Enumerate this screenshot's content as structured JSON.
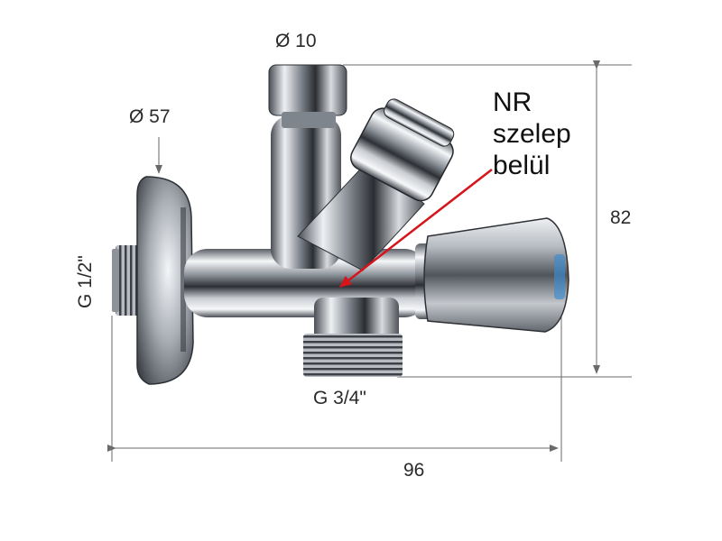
{
  "dimensions": {
    "diameter_top": "Ø 10",
    "diameter_flange": "Ø 57",
    "thread_left": "G 1/2\"",
    "thread_bottom": "G 3/4\"",
    "width": "96",
    "height": "82"
  },
  "annotation": {
    "line1": "NR",
    "line2": "szelep",
    "line3": "belül"
  },
  "colors": {
    "dimension_line": "#6a6a6a",
    "pointer_arrow": "#d6141b",
    "chrome_dark": "#3a3d42",
    "chrome_mid": "#9aa0a8",
    "chrome_light": "#f4f6f8"
  }
}
